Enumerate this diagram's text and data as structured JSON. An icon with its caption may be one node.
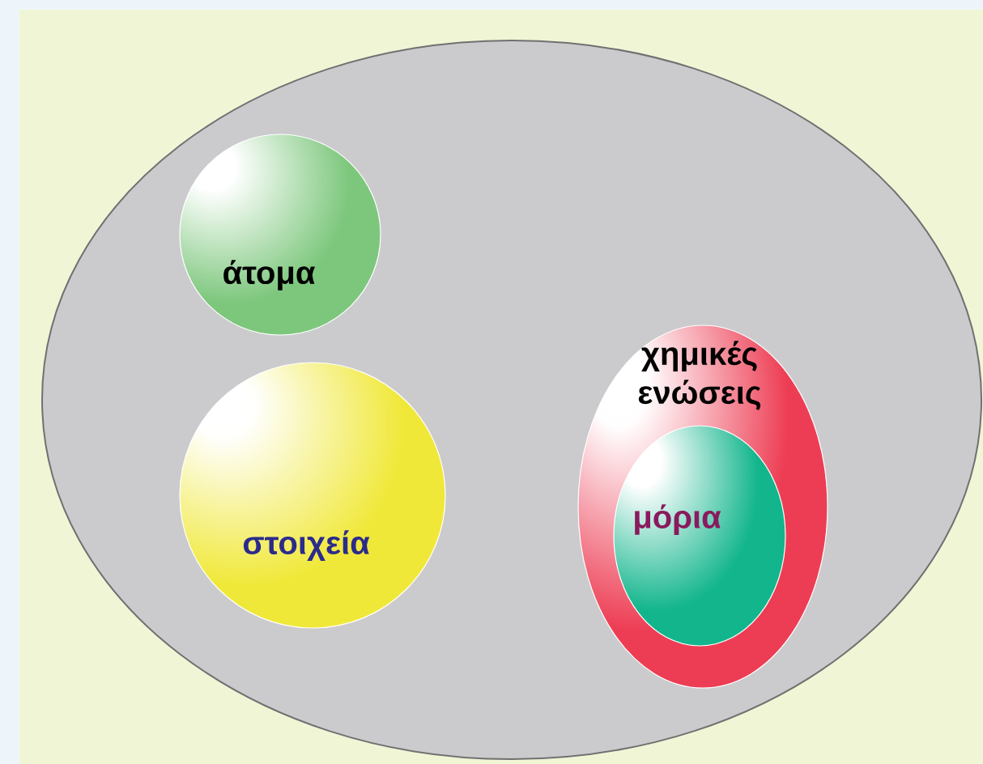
{
  "diagram": {
    "nodes": [
      {
        "text": [],
        "shape": "ellipse"
      },
      {
        "text": [
          "άτομα"
        ],
        "in": 0
      },
      {
        "text": [
          "στοιχεία"
        ],
        "in": 0
      },
      {
        "text": [
          "χημικές ενώσεις"
        ],
        "in": 0
      },
      {
        "text": [
          "μόρια"
        ],
        "in": 3
      }
    ]
  }
}
